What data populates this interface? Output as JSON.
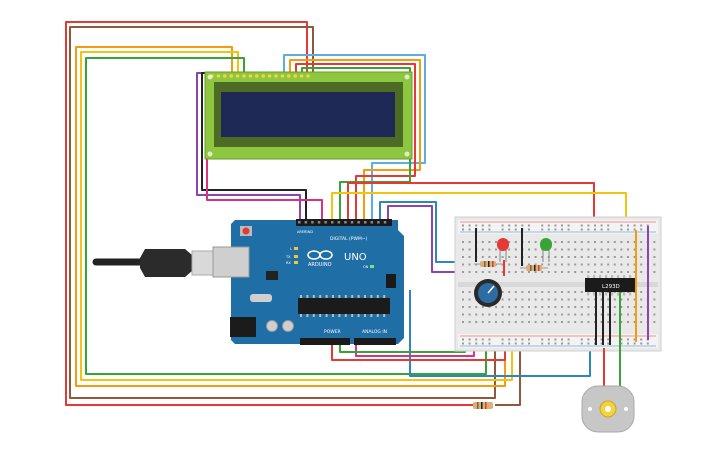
{
  "arduino": {
    "brand_text": "ARDUINO",
    "model_text": "UNO",
    "digital_label": "DIGITAL (PWM~)",
    "power_label": "POWER",
    "analog_label": "ANALOG IN",
    "aref_label": "AREF",
    "gnd_label": "GND",
    "tx_label": "TX",
    "rx_label": "RX",
    "l_label": "L",
    "on_label": "ON"
  },
  "ic": {
    "label": "L293D"
  },
  "colors": {
    "red": "#e53935",
    "orange": "#f39c12",
    "yellow": "#f1c40f",
    "green": "#3aa335",
    "blue": "#2e86c1",
    "purple": "#8e44ad",
    "pink": "#d63384",
    "brown": "#8d5a3b",
    "black": "#222222",
    "lightblue": "#5dade2",
    "board_blue": "#1f6fa6",
    "lcd_green": "#8dc63f",
    "lcd_screen": "#1e2a55"
  }
}
